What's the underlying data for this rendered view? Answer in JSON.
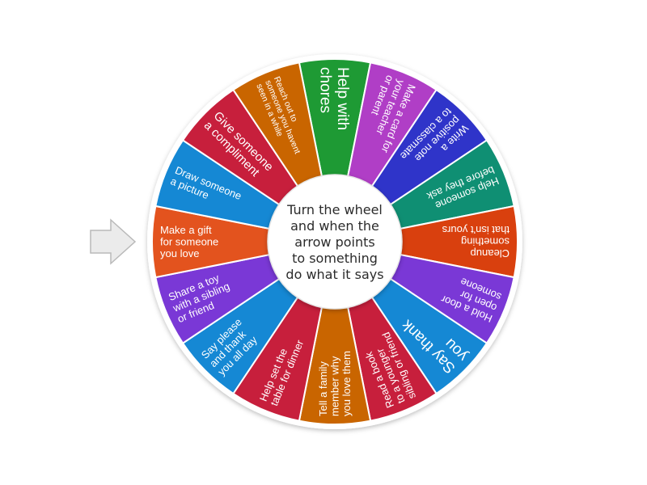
{
  "wheel": {
    "center_text": [
      "Turn the wheel",
      "and when the",
      "arrow points",
      "to something",
      "do what it says"
    ],
    "segments": [
      {
        "lines": [
          "Help with",
          "chores"
        ],
        "color": "#1e9a34",
        "size": "large"
      },
      {
        "lines": [
          "Make a card for",
          "your teacher",
          "or parent"
        ],
        "color": "#b03ec6",
        "size": "medium"
      },
      {
        "lines": [
          "Write a",
          "positive note",
          "to a classmate"
        ],
        "color": "#2f34c9",
        "size": "medium"
      },
      {
        "lines": [
          "Help someone",
          "before they ask"
        ],
        "color": "#0f8f73",
        "size": "medium"
      },
      {
        "lines": [
          "Cleanup",
          "something",
          "that isn't yours"
        ],
        "color": "#d9400e",
        "size": "medium"
      },
      {
        "lines": [
          "Hold a door",
          "open for",
          "someone"
        ],
        "color": "#7a38d6",
        "size": "medium"
      },
      {
        "lines": [
          "Say thank",
          "you"
        ],
        "color": "#1588d4",
        "size": "large"
      },
      {
        "lines": [
          "Read a book",
          "to a younger",
          "sibling or friend"
        ],
        "color": "#c71f3c",
        "size": "medium"
      },
      {
        "lines": [
          "Tell a family",
          "member why",
          "you love them"
        ],
        "color": "#c96500",
        "size": "medium"
      },
      {
        "lines": [
          "Help set the",
          "table for dinner"
        ],
        "color": "#c71f3c",
        "size": "medium"
      },
      {
        "lines": [
          "Say please",
          "and thank",
          "you all day"
        ],
        "color": "#1588d4",
        "size": "medium"
      },
      {
        "lines": [
          "Share a toy",
          "with a sibling",
          "or friend"
        ],
        "color": "#7a38d6",
        "size": "medium"
      },
      {
        "lines": [
          "Make a gift",
          "for someone",
          "you love"
        ],
        "color": "#e3531e",
        "size": "medium"
      },
      {
        "lines": [
          "Draw someone",
          "a picture"
        ],
        "color": "#1588d4",
        "size": "medium"
      },
      {
        "lines": [
          "Give someone",
          "a compliment"
        ],
        "color": "#c71f3c",
        "size": "large-ish"
      },
      {
        "lines": [
          "Reach out to",
          "someone you havent",
          "seen in a while"
        ],
        "color": "#c96500",
        "size": "small"
      }
    ]
  },
  "pointer": {
    "icon": "arrow-right-icon",
    "color": "#ebebeb",
    "stroke": "#b9b9b9"
  }
}
